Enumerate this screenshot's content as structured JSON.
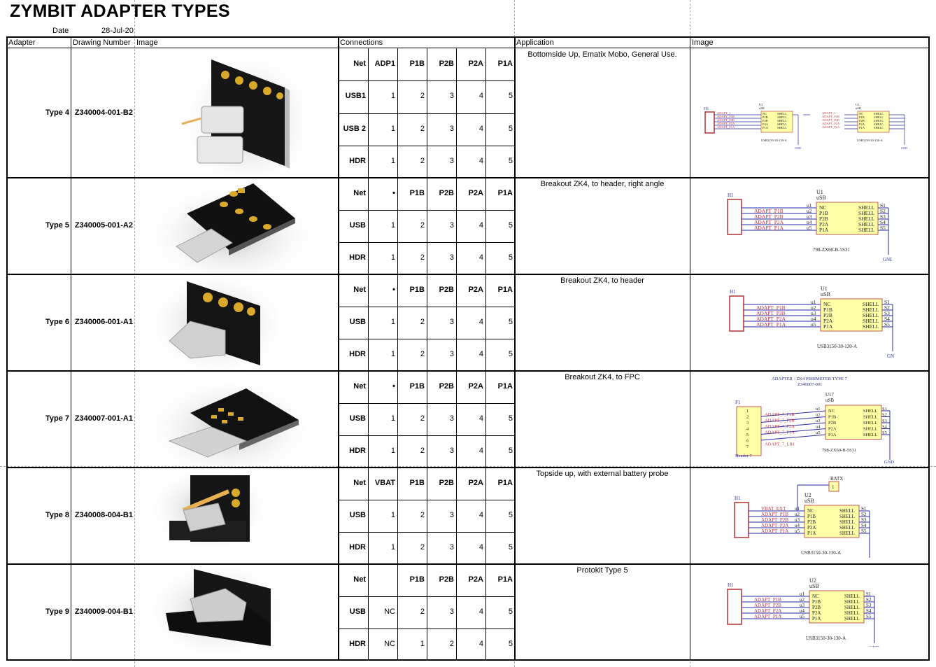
{
  "title": "ZYMBIT ADAPTER TYPES",
  "date_label": "Date",
  "date_value": "28-Jul-20",
  "headers": {
    "adapter": "Adapter",
    "drawing": "Drawing Number",
    "image": "Image",
    "connections": "Connections",
    "application": "Application",
    "image2": "Image"
  },
  "rows": [
    {
      "adapter": "Type 4",
      "drawing": "Z340004-001-B2",
      "application": "Bottomside Up, Ematix Mobo, General Use.",
      "conn": [
        [
          "Net",
          "ADP1",
          "P1B",
          "P2B",
          "P2A",
          "P1A"
        ],
        [
          "USB1",
          "1",
          "2",
          "3",
          "4",
          "5"
        ],
        [
          "USB 2",
          "1",
          "2",
          "3",
          "4",
          "5"
        ],
        [
          "HDR",
          "1",
          "2",
          "3",
          "4",
          "5"
        ]
      ]
    },
    {
      "adapter": "Type 5",
      "drawing": "Z340005-001-A2",
      "application": "Breakout ZK4, to header, right angle",
      "conn": [
        [
          "Net",
          "•",
          "P1B",
          "P2B",
          "P2A",
          "P1A"
        ],
        [
          "USB",
          "1",
          "2",
          "3",
          "4",
          "5"
        ],
        [
          "HDR",
          "1",
          "2",
          "3",
          "4",
          "5"
        ]
      ]
    },
    {
      "adapter": "Type 6",
      "drawing": "Z340006-001-A1",
      "application": "Breakout ZK4, to header",
      "conn": [
        [
          "Net",
          "•",
          "P1B",
          "P2B",
          "P2A",
          "P1A"
        ],
        [
          "USB",
          "1",
          "2",
          "3",
          "4",
          "5"
        ],
        [
          "HDR",
          "1",
          "2",
          "3",
          "4",
          "5"
        ]
      ]
    },
    {
      "adapter": "Type 7",
      "drawing": "Z340007-001-A1",
      "application": "Breakout ZK4, to FPC",
      "conn": [
        [
          "Net",
          "•",
          "P1B",
          "P2B",
          "P2A",
          "P1A"
        ],
        [
          "USB",
          "1",
          "2",
          "3",
          "4",
          "5"
        ],
        [
          "HDR",
          "1",
          "2",
          "3",
          "4",
          "5"
        ]
      ]
    },
    {
      "adapter": "Type 8",
      "drawing": "Z340008-004-B1",
      "application": "Topside up, with external battery probe",
      "conn": [
        [
          "Net",
          "VBAT",
          "P1B",
          "P2B",
          "P2A",
          "P1A"
        ],
        [
          "USB",
          "1",
          "2",
          "3",
          "4",
          "5"
        ],
        [
          "HDR",
          "1",
          "2",
          "3",
          "4",
          "5"
        ]
      ]
    },
    {
      "adapter": "Type 9",
      "drawing": "Z340009-004-B1",
      "application": "Protokit Type 5",
      "conn": [
        [
          "Net",
          "",
          "P1B",
          "P2B",
          "P2A",
          "P1A"
        ],
        [
          "USB",
          "NC",
          "2",
          "3",
          "4",
          "5"
        ],
        [
          "HDR",
          "NC",
          "1",
          "2",
          "4",
          "5"
        ]
      ]
    }
  ],
  "schematics": {
    "pins_header": [
      "NC",
      "P1B",
      "P2B",
      "P2A",
      "P1A"
    ],
    "shell": "SHELL",
    "shell_pins": [
      "S1",
      "S2",
      "S3",
      "S4",
      "S5"
    ],
    "u_pins": [
      "u1",
      "u2",
      "u3",
      "u4",
      "u5"
    ],
    "gnd": "GND",
    "h1": "H1",
    "usb": "uSB",
    "t4": {
      "u2": "U2",
      "u1": "U1",
      "part": "USB3150-30-130-A",
      "nets": [
        "ADAPT_1",
        "ADAPT_P1B",
        "ADAPT_P2B",
        "ADAPT_P2A",
        "ADAPT_P1A"
      ]
    },
    "t5": {
      "u": "U1",
      "part": "798-ZX60-B-5S31",
      "nets": [
        "ADAPT_P1B",
        "ADAPT_P2B",
        "ADAPT_P2A",
        "ADAPT_P1A"
      ]
    },
    "t6": {
      "u": "U1",
      "part": "USB3150-30-130-A",
      "nets": [
        "ADAPT_P1B",
        "ADAPT_P2B",
        "ADAPT_P2A",
        "ADAPT_P1A"
      ]
    },
    "t7": {
      "title1": "ADAPTER - ZK4 PERIMETER TYPE 7",
      "title2": "Z340007-001",
      "u": "U17",
      "f1": "F1",
      "part": "798-ZX60-B-5S31",
      "header": "Header 7",
      "nets": [
        "ADAPT_7_P1B",
        "ADAPT_7_P2B",
        "ADAPT_7_P2A",
        "ADAPT_7_P1A",
        "ADAPT_7_LB1"
      ],
      "hpins": [
        "1",
        "2",
        "3",
        "4",
        "5",
        "6",
        "7"
      ]
    },
    "t8": {
      "batx": "BATX",
      "batpin": "1",
      "u": "U2",
      "part": "USB3150-30-130-A",
      "nets": [
        "VBAT_EXT",
        "ADAPT_P1B",
        "ADAPT_P2B",
        "ADAPT_P2A",
        "ADAPT_P1A"
      ]
    },
    "t9": {
      "u": "U2",
      "part": "USB3150-30-130-A",
      "nets": [
        "ADAPT_P1B",
        "ADAPT_P2B",
        "ADAPT_P2A",
        "ADAPT_P1A"
      ]
    }
  },
  "colors": {
    "net": "#c0313c",
    "wire": "#2a2aa6",
    "chip": "#ffffa8",
    "pcb": "#151515",
    "gold": "#d8a92a"
  }
}
